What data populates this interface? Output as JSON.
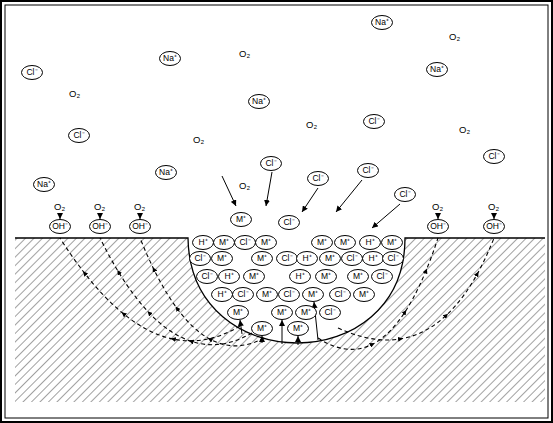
{
  "diagram": {
    "nodes": [
      {
        "text": [
          "Na⁺"
        ]
      },
      {
        "text": [
          "Na⁺"
        ]
      },
      {
        "text": [
          "Na⁺"
        ]
      },
      {
        "text": [
          "Cl⁻"
        ]
      },
      {
        "text": [
          "Na⁺"
        ]
      },
      {
        "text": [
          "Cl⁻"
        ]
      },
      {
        "text": [
          "Cl⁻"
        ]
      },
      {
        "text": [
          "Cl⁻"
        ]
      },
      {
        "text": [
          "Cl⁻"
        ]
      },
      {
        "text": [
          "Cl⁻"
        ]
      },
      {
        "text": [
          "Na⁺"
        ]
      },
      {
        "text": [
          "Cl⁻"
        ]
      },
      {
        "text": [
          "Na⁺"
        ]
      },
      {
        "text": [
          "Cl⁻"
        ]
      },
      {
        "text": [
          "M⁺"
        ]
      },
      {
        "text": [
          "Cl⁻"
        ]
      },
      {
        "text": [
          "OH⁻"
        ]
      },
      {
        "text": [
          "OH⁻"
        ]
      },
      {
        "text": [
          "OH⁻"
        ]
      },
      {
        "text": [
          "OH⁻"
        ]
      },
      {
        "text": [
          "OH⁻"
        ]
      },
      {
        "text": [
          "H⁺"
        ]
      },
      {
        "text": [
          "M⁺"
        ]
      },
      {
        "text": [
          "Cl⁻"
        ]
      },
      {
        "text": [
          "M⁺"
        ]
      },
      {
        "text": [
          "M⁺"
        ]
      },
      {
        "text": [
          "M⁺"
        ]
      },
      {
        "text": [
          "H⁺"
        ]
      },
      {
        "text": [
          "M⁺"
        ]
      },
      {
        "text": [
          "Cl⁻"
        ]
      },
      {
        "text": [
          "M⁺"
        ]
      },
      {
        "text": [
          "M⁺"
        ]
      },
      {
        "text": [
          "Cl⁻"
        ]
      },
      {
        "text": [
          "H⁺"
        ]
      },
      {
        "text": [
          "M⁺"
        ]
      },
      {
        "text": [
          "Cl⁻"
        ]
      },
      {
        "text": [
          "H⁺"
        ]
      },
      {
        "text": [
          "Cl⁻"
        ]
      },
      {
        "text": [
          "Cl⁻"
        ]
      },
      {
        "text": [
          "H⁺"
        ]
      },
      {
        "text": [
          "M⁺"
        ]
      },
      {
        "text": [
          "H⁺"
        ]
      },
      {
        "text": [
          "M⁺"
        ]
      },
      {
        "text": [
          "M⁺"
        ]
      },
      {
        "text": [
          "Cl⁻"
        ]
      },
      {
        "text": [
          "H⁺"
        ]
      },
      {
        "text": [
          "Cl⁻"
        ]
      },
      {
        "text": [
          "M⁺"
        ]
      },
      {
        "text": [
          "Cl⁻"
        ]
      },
      {
        "text": [
          "M⁺"
        ]
      },
      {
        "text": [
          "Cl⁻"
        ]
      },
      {
        "text": [
          "M⁺"
        ]
      },
      {
        "text": [
          "M⁺"
        ]
      },
      {
        "text": [
          "M⁺"
        ]
      },
      {
        "text": [
          "M⁺"
        ]
      },
      {
        "text": [
          "Cl⁻"
        ]
      },
      {
        "text": [
          "M⁺"
        ]
      },
      {
        "text": [
          "M⁺"
        ]
      }
    ],
    "labels": [
      "O₂",
      "O₂",
      "O₂",
      "O₂",
      "O₂",
      "O₂",
      "O₂",
      "O₂",
      "O₂",
      "O₂",
      "O₂",
      "O₂"
    ]
  }
}
